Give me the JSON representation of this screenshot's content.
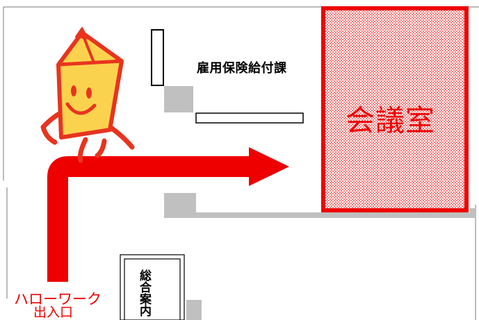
{
  "labels": {
    "insurance_section": "雇用保険給付課",
    "meeting_room": "会議室",
    "entrance_line1": "ハローワーク",
    "entrance_line2": "出入口",
    "info_desk": "総合案内"
  },
  "colors": {
    "accent_red": "#ee0000",
    "wall_gray": "#c0c0c0",
    "mascot_body": "#fbd24e",
    "mascot_outline": "#e8341f"
  },
  "icons": {
    "mascot": "pencil-mascot-icon",
    "arrow": "direction-arrow-icon"
  }
}
